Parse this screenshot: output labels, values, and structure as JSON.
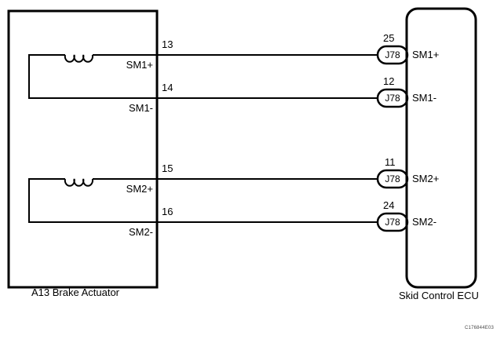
{
  "diagram": {
    "type": "automotive-wiring-schematic",
    "reference_code": "C176844E03",
    "left_component": {
      "designator": "A13",
      "name": "Brake Actuator",
      "caption": "A13   Brake Actuator"
    },
    "right_component": {
      "name": "Skid Control ECU",
      "caption": "Skid Control ECU"
    },
    "connections": [
      {
        "signal_left": "SM1+",
        "signal_right": "SM1+",
        "actuator_pin": "13",
        "ecu_pin": "25",
        "connector": "J78"
      },
      {
        "signal_left": "SM1-",
        "signal_right": "SM1-",
        "actuator_pin": "14",
        "ecu_pin": "12",
        "connector": "J78"
      },
      {
        "signal_left": "SM2+",
        "signal_right": "SM2+",
        "actuator_pin": "15",
        "ecu_pin": "11",
        "connector": "J78"
      },
      {
        "signal_left": "SM2-",
        "signal_right": "SM2-",
        "actuator_pin": "16",
        "ecu_pin": "24",
        "connector": "J78"
      }
    ],
    "coils": [
      {
        "name": "SM1 solenoid motor coil"
      },
      {
        "name": "SM2 solenoid motor coil"
      }
    ],
    "colors": {
      "line": "#000000",
      "background": "#ffffff",
      "text": "#000000",
      "ref_code": "#4a4a4a"
    }
  }
}
